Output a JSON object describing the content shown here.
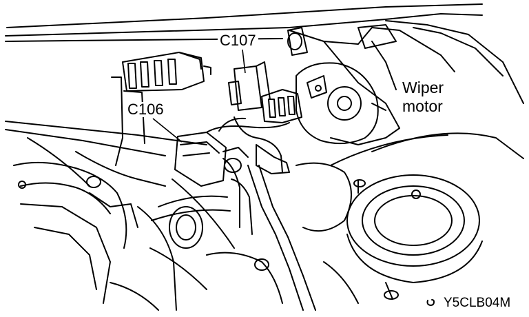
{
  "labels": {
    "c107": "C107",
    "c106": "C106",
    "wiper_line1": "Wiper",
    "wiper_line2": "motor",
    "figure_code": "Y5CLB04M"
  },
  "colors": {
    "ink": "#000000",
    "paper": "#ffffff"
  }
}
